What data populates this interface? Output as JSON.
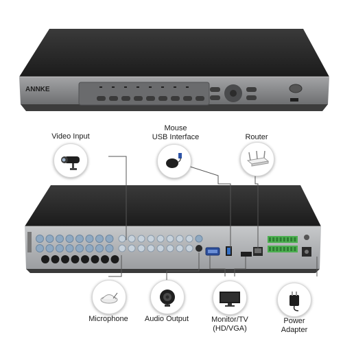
{
  "brand": "ANNKE",
  "labels": {
    "video_input": "Video Input",
    "mouse": "Mouse",
    "usb_interface": "USB Interface",
    "router": "Router",
    "microphone": "Microphone",
    "audio_output": "Audio Output",
    "monitor_line1": "Monitor/TV",
    "monitor_line2": "(HD/VGA)",
    "power_line1": "Power",
    "power_line2": "Adapter"
  },
  "colors": {
    "device_body": "#2d2d2d",
    "front_panel": "#8e8f90",
    "back_panel": "#b5b7b9",
    "bnc_connector": "#8fa9c2",
    "terminal_block": "#4caf50",
    "connector_line": "#555555"
  }
}
